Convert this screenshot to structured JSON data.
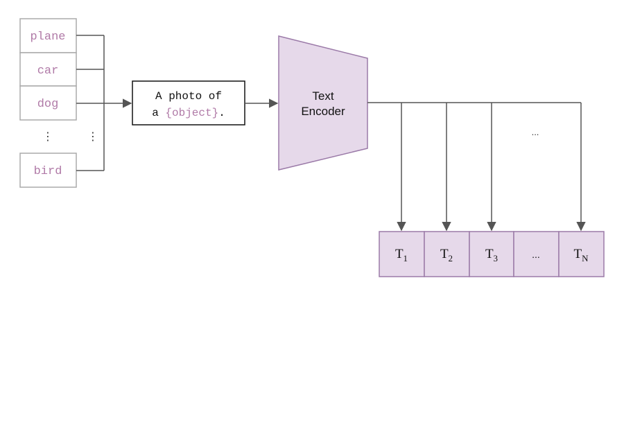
{
  "classes": [
    "plane",
    "car",
    "dog",
    "⋮",
    "bird"
  ],
  "class_color": "#b07aa7",
  "ellipsis_vertical": "⋮",
  "prompt": {
    "line1": "A photo of",
    "line2_prefix": "a ",
    "placeholder": "{object}",
    "line2_suffix": "."
  },
  "encoder": {
    "line1": "Text",
    "line2": "Encoder",
    "fill": "#e6d9ea",
    "stroke": "#9b7aa8"
  },
  "branch_ellipsis": "...",
  "tokens": [
    {
      "base": "T",
      "sub": "1"
    },
    {
      "base": "T",
      "sub": "2"
    },
    {
      "base": "T",
      "sub": "3"
    },
    {
      "base": "...",
      "sub": ""
    },
    {
      "base": "T",
      "sub": "N"
    }
  ],
  "token_fill": "#e6d9ea",
  "token_stroke": "#9b7aa8",
  "line_color": "#555555"
}
